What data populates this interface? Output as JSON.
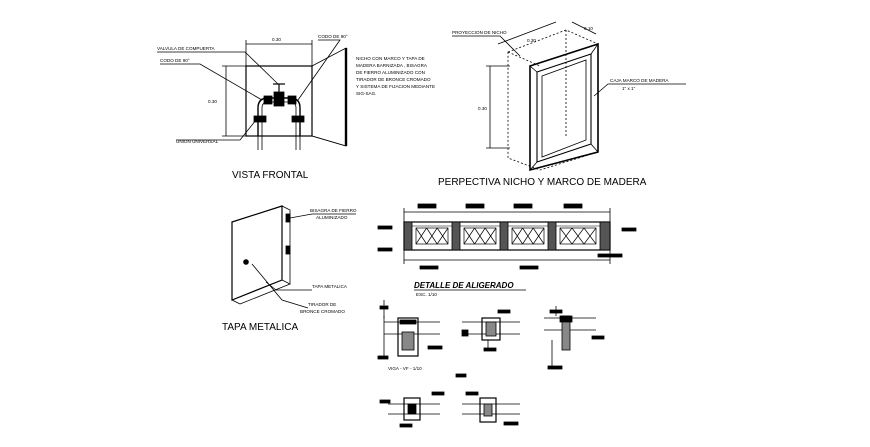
{
  "vista_frontal": {
    "title": "VISTA FRONTAL",
    "label_valvula": "VALVULA DE COMPUERTA",
    "label_codo90": "CODO DE 90°",
    "label_codo_left": "CODO DE 90°",
    "label_union": "UNION UNIVERSAL",
    "dim_width": "0.30",
    "dim_height": "0.30",
    "note_lines": [
      "NICHO CON MARCO Y TAPA DE",
      "MADERA BARNIZADA , BISAGRA",
      "DE FIERRO ALUMINIZADO CON",
      "TIRADOR DE BRONCE CROMADO",
      "Y SISTEMA DE FIJACION MEDIANTE",
      "SIG-SAG."
    ]
  },
  "perspectiva": {
    "title": "PERPECTIVA NICHO Y MARCO DE MADERA",
    "label_proyeccion": "PROYECCION DE NICHO",
    "label_caja": "CAJA MARCO DE MADERA",
    "label_caja_size": "1\" x 1\"",
    "dim_depth": "0.10",
    "dim_width": "0.30",
    "dim_height": "0.30"
  },
  "tapa": {
    "title": "TAPA METALICA",
    "label_bisagra_1": "BISAGRA DE FIERRO",
    "label_bisagra_2": "ALUMINIZADO",
    "label_tapa": "TAPA METALICA",
    "label_tirador_1": "TIRADOR DE",
    "label_tirador_2": "BRONCE CROMADO"
  },
  "aligerado": {
    "title": "DETALLE DE ALIGERADO",
    "scale": "ESC. 1/10",
    "viga_label": "VIGA - VF - 1/10"
  }
}
